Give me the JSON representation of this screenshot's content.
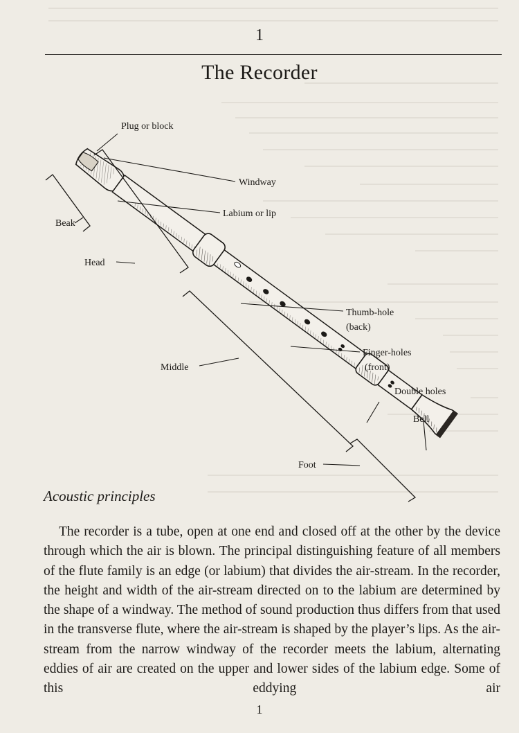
{
  "chapter": {
    "number": "1",
    "title": "The Recorder"
  },
  "figure": {
    "labels": {
      "plug": "Plug or block",
      "windway": "Windway",
      "labium": "Labium or lip",
      "beak": "Beak",
      "head": "Head",
      "thumb_hole": "Thumb-hole",
      "thumb_hole_sub": "(back)",
      "finger_holes": "Finger-holes",
      "finger_holes_sub": "(front)",
      "middle": "Middle",
      "double_holes": "Double holes",
      "bell": "Bell",
      "foot": "Foot"
    }
  },
  "section": {
    "title": "Acoustic principles"
  },
  "paragraph": "The recorder is a tube, open at one end and closed off at the other by the device through which the air is blown. The principal distinguishing feature of all members of the flute family is an edge (or labium) that divides the air-stream. In the recorder, the height and width of the air-stream directed on to the labium are determined by the shape of a windway. The method of sound production thus differs from that used in the transverse flute, where the air-stream is shaped by the player’s lips. As the air-stream from the narrow windway of the recorder meets the labium, alternating eddies of air are created on the upper and lower sides of the labium edge. Some of this eddying air",
  "page_number": "1"
}
